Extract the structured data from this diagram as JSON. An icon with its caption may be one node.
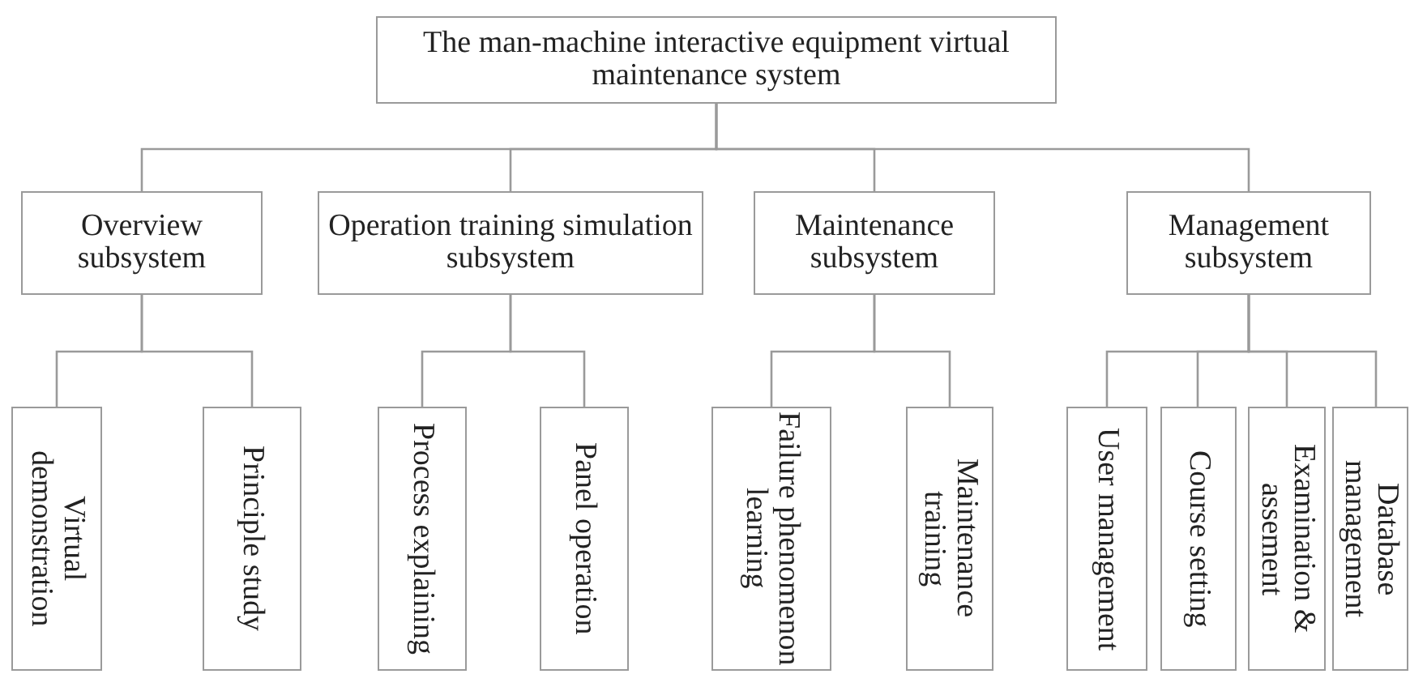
{
  "diagram": {
    "nodes": [
      {
        "text": [
          "The man-machine interactive equipment virtual maintenance system"
        ]
      },
      {
        "text": [
          "Overview subsystem"
        ]
      },
      {
        "text": [
          "Operation training simulation subsystem"
        ]
      },
      {
        "text": [
          "Maintenance subsystem"
        ]
      },
      {
        "text": [
          "Management subsystem"
        ]
      },
      {
        "text": [
          "Virtual demonstration"
        ]
      },
      {
        "text": [
          "Principle study"
        ]
      },
      {
        "text": [
          "Process explaining"
        ]
      },
      {
        "text": [
          "Panel operation"
        ]
      },
      {
        "text": [
          "Failure phenomenon learning"
        ]
      },
      {
        "text": [
          "Maintenance training"
        ]
      },
      {
        "text": [
          "User management"
        ]
      },
      {
        "text": [
          "Course setting"
        ]
      },
      {
        "text": [
          "Examination & assement"
        ]
      },
      {
        "text": [
          "Database management"
        ]
      }
    ],
    "edges": [
      {
        "from": 0,
        "to": 1,
        "arrow": "none"
      },
      {
        "from": 0,
        "to": 2,
        "arrow": "none"
      },
      {
        "from": 0,
        "to": 3,
        "arrow": "none"
      },
      {
        "from": 0,
        "to": 4,
        "arrow": "none"
      },
      {
        "from": 1,
        "to": 5,
        "arrow": "none"
      },
      {
        "from": 1,
        "to": 6,
        "arrow": "none"
      },
      {
        "from": 2,
        "to": 7,
        "arrow": "none"
      },
      {
        "from": 2,
        "to": 8,
        "arrow": "none"
      },
      {
        "from": 3,
        "to": 9,
        "arrow": "none"
      },
      {
        "from": 3,
        "to": 10,
        "arrow": "none"
      },
      {
        "from": 4,
        "to": 11,
        "arrow": "none"
      },
      {
        "from": 4,
        "to": 12,
        "arrow": "none"
      },
      {
        "from": 4,
        "to": 13,
        "arrow": "none"
      },
      {
        "from": 4,
        "to": 14,
        "arrow": "none"
      }
    ]
  }
}
